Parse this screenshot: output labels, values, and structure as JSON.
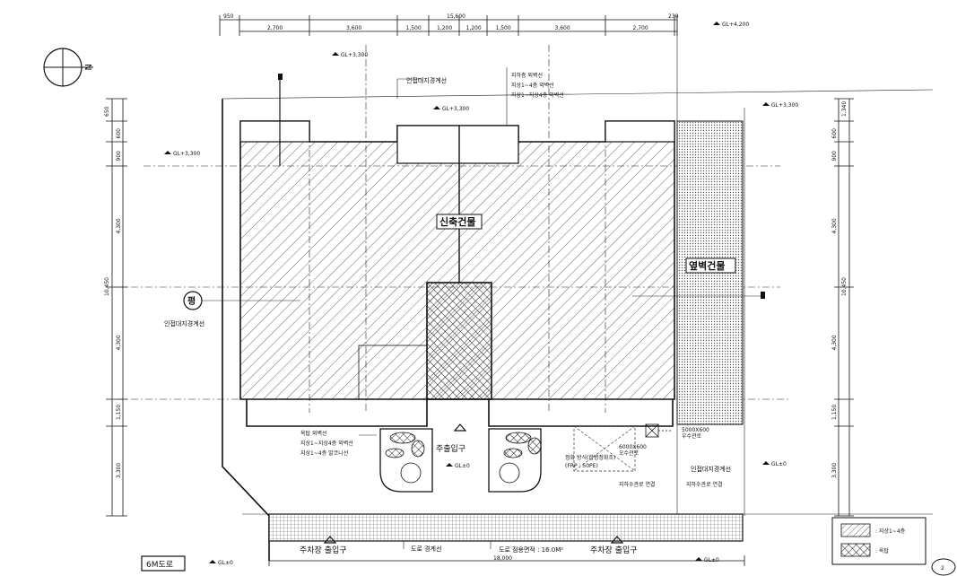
{
  "top_dims": {
    "left_margin": "950",
    "total": "15,600",
    "right_margin": "230",
    "segments": [
      "2,700",
      "3,600",
      "1,500",
      "1,200",
      "1,200",
      "1,500",
      "3,600",
      "2,700"
    ]
  },
  "left_dims": {
    "top": "650",
    "segments": [
      "600",
      "900",
      "4,300",
      "4,300",
      "1,150",
      "3,300"
    ],
    "total": "10,450"
  },
  "right_dims": {
    "top": "1,340",
    "segments": [
      "600",
      "900",
      "4,300",
      "4,300",
      "1,150",
      "3,300"
    ],
    "total": "10,450"
  },
  "bottom_dims": {
    "total": "18,000"
  },
  "levels": {
    "gl_top_right": "GL+4,200",
    "gl_top": "GL+3,300",
    "gl_mid_top": "GL+3,300",
    "gl_left": "GL+3,300",
    "gl_right_top": "GL+3,300",
    "gl_entrance": "GL±0",
    "gl_right_mid": "GL±0",
    "gl_bottom_left": "GL±0",
    "gl_bottom_right": "GL±0"
  },
  "labels": {
    "new_building": "신축건물",
    "neighbor_building": "옆벽건물",
    "boundary_top": "인접대지경계선",
    "boundary_left": "인접대지경계선",
    "boundary_right": "인접대지경계선",
    "main_entrance": "주출입구",
    "parking_entrance_left": "주차장 출입구",
    "parking_entrance_right": "주차장 출입구",
    "road_boundary": "도로 경계선",
    "road_area": "도로 점용면적 : 16.0M²",
    "road_6m": "6M도로",
    "north_mark": "N",
    "notes_top": [
      "지하층 외벽선",
      "지상1~4층 외벽선",
      "지상1~지상4층 외벽선"
    ],
    "notes_left": [
      "옥탑 외벽선",
      "지상1~지상4층 외벽선",
      "지상1~4층 발코니선"
    ],
    "notes_right_a": [
      "5000X600",
      "우수관로"
    ],
    "notes_right_b": [
      "6000X600",
      "오수관로"
    ],
    "notes_right_c": [
      "정화 방식(합병정화조)",
      "(FRP : 50PE)"
    ],
    "notes_pipe_1": "지하수관로 연결",
    "notes_pipe_2": "지하수관로 연결",
    "section_mark": "평"
  },
  "legend": {
    "items": [
      {
        "label": ": 지상1~4층"
      },
      {
        "label": ": 옥탑"
      }
    ]
  },
  "corner_badge": "2"
}
